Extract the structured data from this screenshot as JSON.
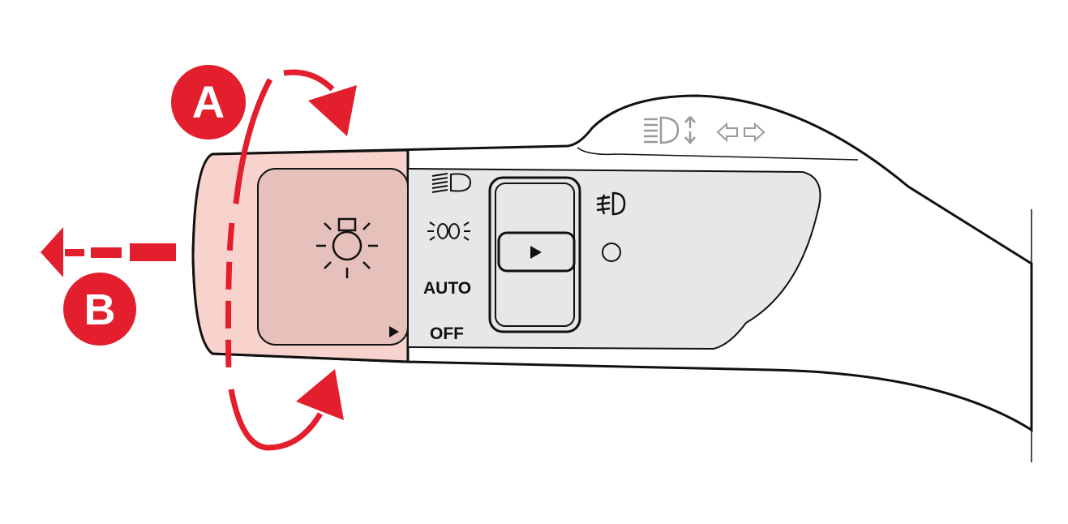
{
  "diagram": {
    "callouts": {
      "a": "A",
      "b": "B"
    },
    "switch_labels": {
      "auto": "AUTO",
      "off": "OFF"
    },
    "icons": [
      "high-beam-icon",
      "parking-lights-icon",
      "fog-light-icon",
      "headlamp-icon",
      "beam-flash-icon",
      "turn-signal-arrows-icon",
      "position-indicator-icon"
    ],
    "colors": {
      "accent_red": "#e31e2d",
      "knob_pink": "#f8d3ce",
      "knob_inner": "#e6c1bc",
      "panel_grey": "#e6e7e9",
      "icon_grey": "#9a9a9a"
    }
  }
}
